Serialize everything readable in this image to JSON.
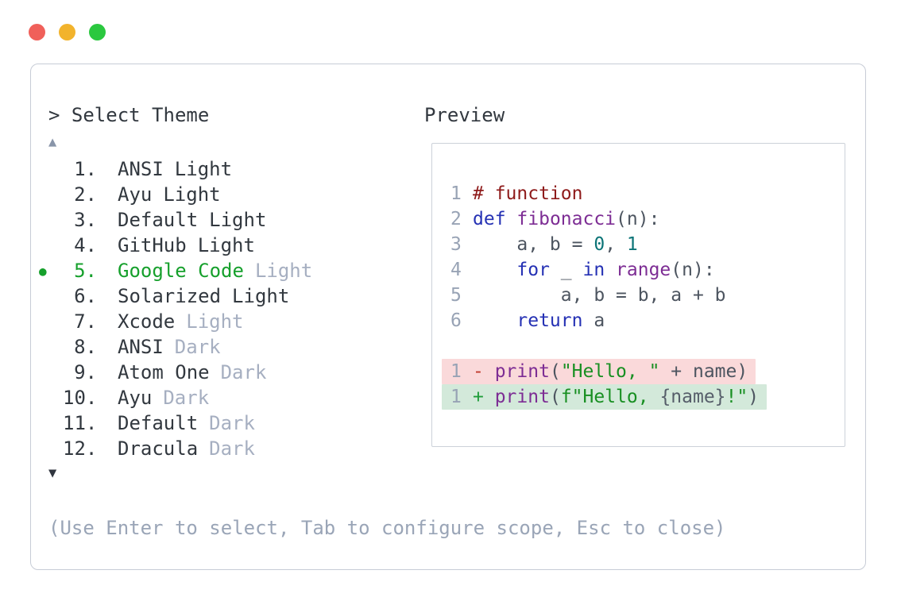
{
  "colors": {
    "selected_green": "#16a02c",
    "muted_text": "#a6afc1",
    "dark_text": "#32383f",
    "help_text": "#9aa5b7",
    "gutter_text": "#98a3b5",
    "diff_removed_bg": "#fad9da",
    "diff_added_bg": "#d3e9da",
    "syntax_comment": "#8e1a1a",
    "syntax_keyword": "#2531b4",
    "syntax_function": "#7d2d94",
    "syntax_number": "#0c7477",
    "syntax_string": "#188f22",
    "traffic_red": "#f0605a",
    "traffic_yellow": "#f2b32c",
    "traffic_green": "#2bc83f"
  },
  "window_controls": {
    "buttons": [
      {
        "name": "close",
        "color": "#f0605a"
      },
      {
        "name": "minimize",
        "color": "#f2b32c"
      },
      {
        "name": "maximize",
        "color": "#2bc83f"
      }
    ]
  },
  "selector": {
    "prompt": "> Select Theme",
    "scroll_up_icon": "▲",
    "scroll_down_icon": "▼",
    "selected_marker": "●",
    "items": [
      {
        "number": "1.",
        "name": "ANSI",
        "suffix": "Light",
        "selected": false,
        "suffix_muted": false
      },
      {
        "number": "2.",
        "name": "Ayu",
        "suffix": "Light",
        "selected": false,
        "suffix_muted": false
      },
      {
        "number": "3.",
        "name": "Default",
        "suffix": "Light",
        "selected": false,
        "suffix_muted": false
      },
      {
        "number": "4.",
        "name": "GitHub",
        "suffix": "Light",
        "selected": false,
        "suffix_muted": false
      },
      {
        "number": "5.",
        "name": "Google Code",
        "suffix": "Light",
        "selected": true,
        "suffix_muted": true
      },
      {
        "number": "6.",
        "name": "Solarized",
        "suffix": "Light",
        "selected": false,
        "suffix_muted": false
      },
      {
        "number": "7.",
        "name": "Xcode",
        "suffix": "Light",
        "selected": false,
        "suffix_muted": true
      },
      {
        "number": "8.",
        "name": "ANSI",
        "suffix": "Dark",
        "selected": false,
        "suffix_muted": true
      },
      {
        "number": "9.",
        "name": "Atom One",
        "suffix": "Dark",
        "selected": false,
        "suffix_muted": true
      },
      {
        "number": "10.",
        "name": "Ayu",
        "suffix": "Dark",
        "selected": false,
        "suffix_muted": true
      },
      {
        "number": "11.",
        "name": "Default",
        "suffix": "Dark",
        "selected": false,
        "suffix_muted": true
      },
      {
        "number": "12.",
        "name": "Dracula",
        "suffix": "Dark",
        "selected": false,
        "suffix_muted": true
      }
    ],
    "help": "(Use Enter to select, Tab to configure scope, Esc to close)"
  },
  "preview": {
    "label": "Preview",
    "code_lines": [
      {
        "gutter": "1",
        "diff": "",
        "tokens": [
          {
            "t": "# function",
            "c": "comment"
          }
        ]
      },
      {
        "gutter": "2",
        "diff": "",
        "tokens": [
          {
            "t": "def",
            "c": "keyword"
          },
          {
            "t": " ",
            "c": "plain"
          },
          {
            "t": "fibonacci",
            "c": "function"
          },
          {
            "t": "(n):",
            "c": "plain"
          }
        ]
      },
      {
        "gutter": "3",
        "diff": "",
        "tokens": [
          {
            "t": "    a, b = ",
            "c": "plain"
          },
          {
            "t": "0",
            "c": "number"
          },
          {
            "t": ", ",
            "c": "plain"
          },
          {
            "t": "1",
            "c": "number"
          }
        ]
      },
      {
        "gutter": "4",
        "diff": "",
        "tokens": [
          {
            "t": "    ",
            "c": "plain"
          },
          {
            "t": "for",
            "c": "keyword"
          },
          {
            "t": " _ ",
            "c": "plain"
          },
          {
            "t": "in",
            "c": "keyword"
          },
          {
            "t": " ",
            "c": "plain"
          },
          {
            "t": "range",
            "c": "function"
          },
          {
            "t": "(n):",
            "c": "plain"
          }
        ]
      },
      {
        "gutter": "5",
        "diff": "",
        "tokens": [
          {
            "t": "        a, b = b, a + b",
            "c": "plain"
          }
        ]
      },
      {
        "gutter": "6",
        "diff": "",
        "tokens": [
          {
            "t": "    ",
            "c": "plain"
          },
          {
            "t": "return",
            "c": "keyword"
          },
          {
            "t": " a",
            "c": "plain"
          }
        ]
      },
      {
        "gutter": "",
        "diff": "",
        "tokens": []
      },
      {
        "gutter": "1",
        "diff": "removed",
        "tokens": [
          {
            "t": "- ",
            "c": "minus"
          },
          {
            "t": "print",
            "c": "function"
          },
          {
            "t": "(",
            "c": "plain"
          },
          {
            "t": "\"Hello, \"",
            "c": "string"
          },
          {
            "t": " + name)",
            "c": "plain"
          }
        ]
      },
      {
        "gutter": "1",
        "diff": "added",
        "tokens": [
          {
            "t": "+ ",
            "c": "plus"
          },
          {
            "t": "print",
            "c": "function"
          },
          {
            "t": "(",
            "c": "plain"
          },
          {
            "t": "f\"Hello, ",
            "c": "string"
          },
          {
            "t": "{name}",
            "c": "fexpr"
          },
          {
            "t": "!\"",
            "c": "string"
          },
          {
            "t": ")",
            "c": "plain"
          }
        ]
      }
    ]
  }
}
